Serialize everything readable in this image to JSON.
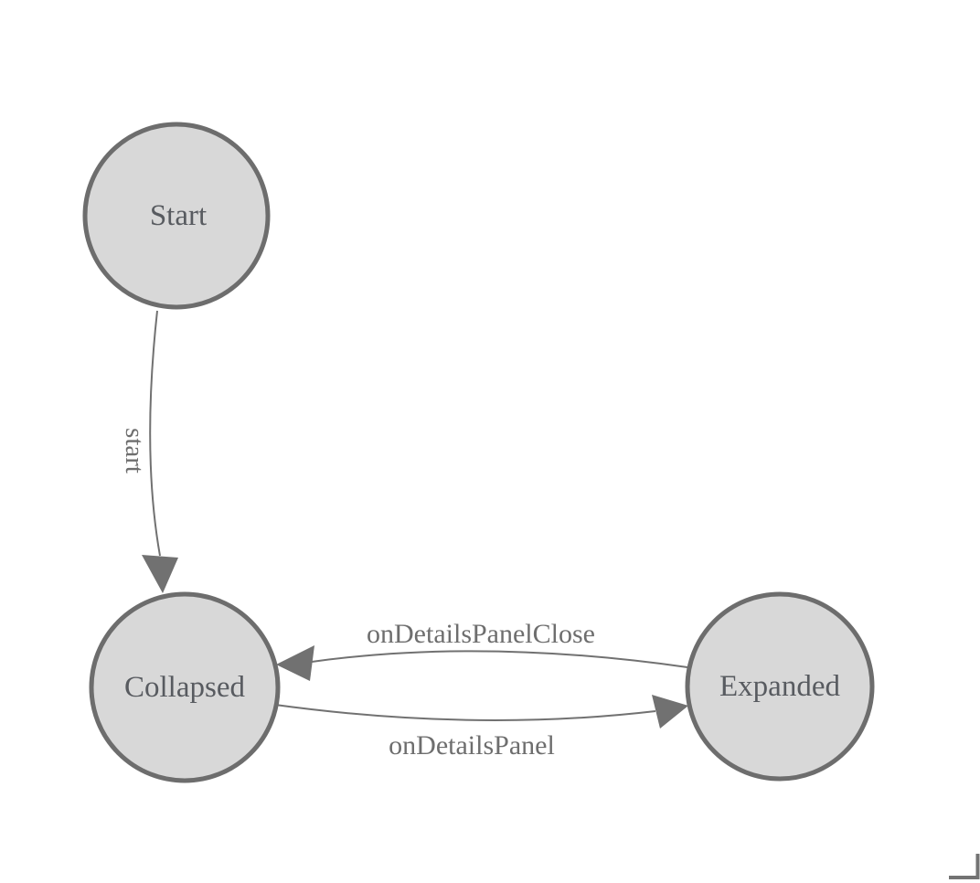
{
  "diagram": {
    "kind": "state-machine",
    "nodes": [
      {
        "id": "start",
        "label": "Start"
      },
      {
        "id": "collapsed",
        "label": "Collapsed"
      },
      {
        "id": "expanded",
        "label": "Expanded"
      }
    ],
    "edges": [
      {
        "id": "start-transition",
        "from": "Start",
        "to": "Collapsed",
        "label": "start"
      },
      {
        "id": "onDetailsPanelClose",
        "from": "Expanded",
        "to": "Collapsed",
        "label": "onDetailsPanelClose"
      },
      {
        "id": "onDetailsPanel",
        "from": "Collapsed",
        "to": "Expanded",
        "label": "onDetailsPanel"
      }
    ]
  },
  "colors": {
    "background": "#ffffff",
    "node_fill": "#d8d8d8",
    "node_border": "#6d6d6d",
    "edge_line": "#717171",
    "arrowhead": "#717171",
    "node_label": "#585b60",
    "edge_label": "#6e6e6e",
    "resize_corner": "#737373"
  }
}
